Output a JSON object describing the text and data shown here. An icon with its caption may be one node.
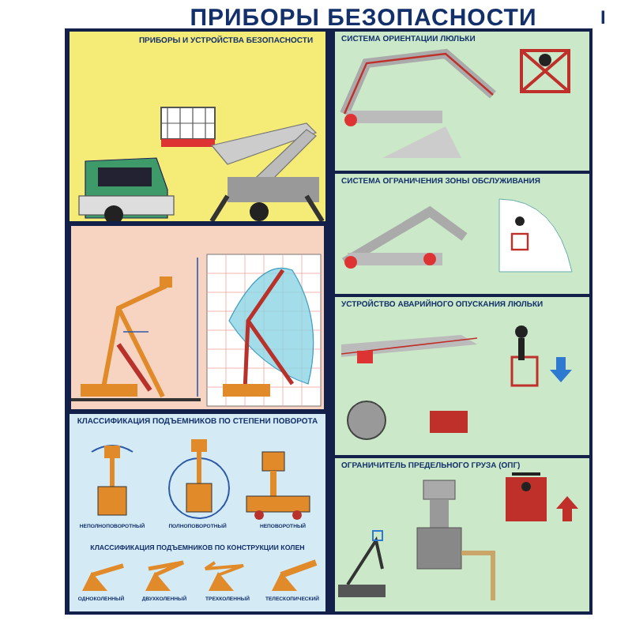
{
  "diagram": {
    "title": "ПРИБОРЫ БЕЗОПАСНОСТИ",
    "nodes": [
      {
        "text": [
          "ПРИБОРЫ И УСТРОЙСТВА БЕЗОПАСНОСТИ"
        ]
      },
      {
        "text": [],
        "shape": "box"
      },
      {
        "text": [
          "КЛАССИФИКАЦИЯ ПОДЪЕМНИКОВ ПО СТЕПЕНИ ПОВОРОТА",
          "НЕПОЛНОПОВОРОТНЫЙ",
          "ПОЛНОПОВОРОТНЫЙ",
          "НЕПОВОРОТНЫЙ",
          "КЛАССИФИКАЦИЯ ПОДЪЕМНИКОВ ПО КОНСТРУКЦИИ КОЛЕН",
          "ОДНОКОЛЕННЫЙ",
          "ДВУХКОЛЕННЫЙ",
          "ТРЕХКОЛЕННЫЙ",
          "ТЕЛЕСКОПИЧЕСКИЙ"
        ]
      },
      {
        "text": [
          "СИСТЕМА ОРИЕНТАЦИИ ЛЮЛЬКИ"
        ]
      },
      {
        "text": [
          "СИСТЕМА ОГРАНИЧЕНИЯ ЗОНЫ ОБСЛУЖИВАНИЯ"
        ]
      },
      {
        "text": [
          "УСТРОЙСТВО АВАРИЙНОГО ОПУСКАНИЯ ЛЮЛЬКИ"
        ]
      },
      {
        "text": [
          "ОГРАНИЧИТЕЛЬ ПРЕДЕЛЬНОГО ГРУЗА (ОПГ)"
        ]
      }
    ],
    "labels": [
      "I"
    ]
  }
}
